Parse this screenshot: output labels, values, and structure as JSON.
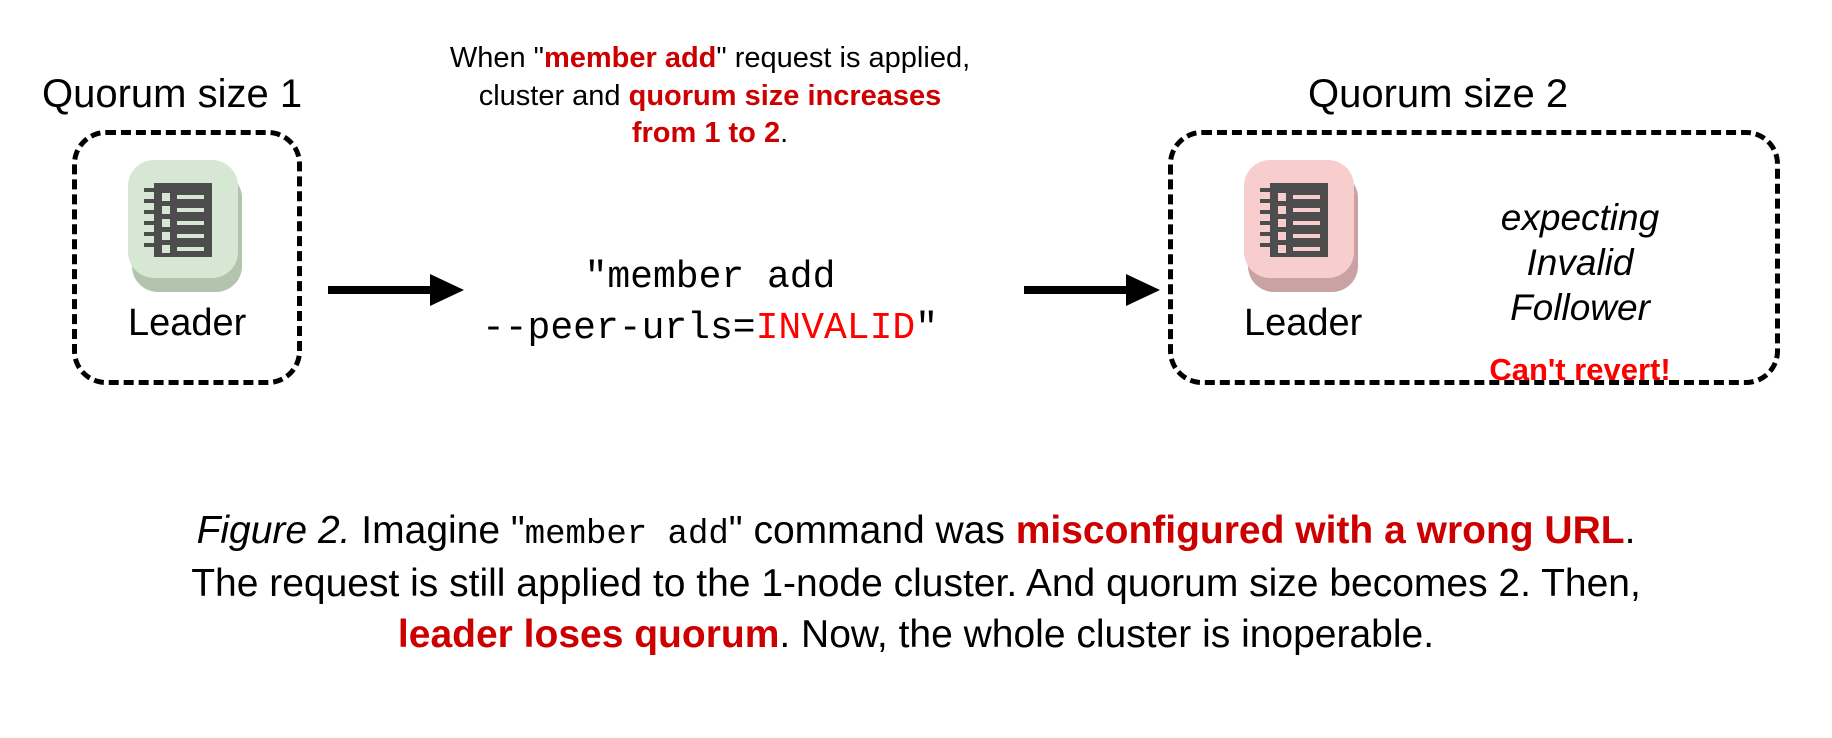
{
  "figure": {
    "colors": {
      "accent_red": "#cc0000",
      "pure_red": "#ff0000",
      "node_ok_bg": "#d6e8d3",
      "node_ok_shadow": "#b2c4ae",
      "node_bad_bg": "#f8cdcd",
      "node_bad_shadow": "#c9a3a3",
      "glyph_dark": "#4d4d4d",
      "stroke_black": "#000000",
      "page_bg": "#ffffff"
    },
    "left_cluster": {
      "caption": "Quorum size 1",
      "node": {
        "label": "Leader",
        "icon": "server-node-icon",
        "state": "healthy"
      }
    },
    "right_cluster": {
      "caption": "Quorum size 2",
      "node": {
        "label": "Leader",
        "icon": "server-node-icon",
        "state": "unhealthy"
      },
      "status_lines": [
        "expecting",
        "Invalid",
        "Follower"
      ],
      "warning": "Can't revert!"
    },
    "top_note": {
      "line1_a": "When \"",
      "line1_b": "member add",
      "line1_c": "\" request is applied,",
      "line2_a": "cluster and ",
      "line2_b": "quorum size increases",
      "line3_b": "from 1 to 2",
      "line3_c": "."
    },
    "command": {
      "line1": "\"member add",
      "line2_prefix": "--peer-urls=",
      "line2_invalid": "INVALID",
      "line2_suffix": "\""
    },
    "arrows": {
      "left_arrow": "arrow-right-icon",
      "right_arrow": "arrow-right-icon"
    },
    "caption": {
      "label": "Figure 2.",
      "seg1": " Imagine \"",
      "mono": "member add",
      "seg2": "\" command was ",
      "hl1": "misconfigured with a wrong URL",
      "seg3": ".",
      "line2": "The request is still applied to the 1-node cluster. And quorum size becomes 2. Then,",
      "hl2": "leader loses quorum",
      "seg4": ". Now, the whole cluster is inoperable."
    }
  }
}
